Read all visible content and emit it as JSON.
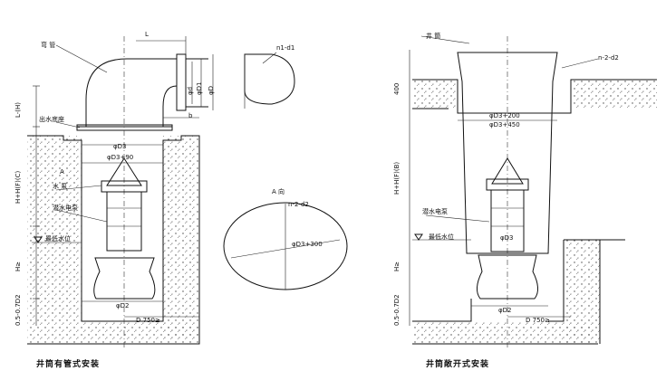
{
  "left": {
    "title": "井筒有管式安装",
    "labels": {
      "bend": "弯 管",
      "outlet_base": "出水底座",
      "pump": "水 泵",
      "cable": "潜水电泵",
      "water": "最低水位",
      "flange": "φD1",
      "dim_L": "L",
      "dim_b": "b",
      "D3": "φD3",
      "D3plus": "φD3+90",
      "D2": "φD2",
      "d": "φd",
      "D1": "φD1",
      "D0": "φD",
      "H1": "L-(H)",
      "H2": "H+H(F)(C)",
      "H3": "H≥",
      "H4": "0.5-0.7D2",
      "dist": "D 750≥",
      "A": "A",
      "view_title": "A 向",
      "view_n": "n-2-d2",
      "view_D3": "φD3+300",
      "section_n": "n1-d1"
    }
  },
  "right": {
    "title": "井筒敞开式安装",
    "labels": {
      "well": "井 筒",
      "n": "n-2-d2",
      "D3a": "φD3+200",
      "D3b": "φD3+450",
      "D3": "φD3",
      "cable": "潜水电泵",
      "water": "最低水位",
      "dist": "D 750≥",
      "D2": "φD2",
      "H1": "400",
      "H2": "H+H(F)(B)",
      "H3": "H≥",
      "H4": "0.5-0.7D2"
    }
  }
}
